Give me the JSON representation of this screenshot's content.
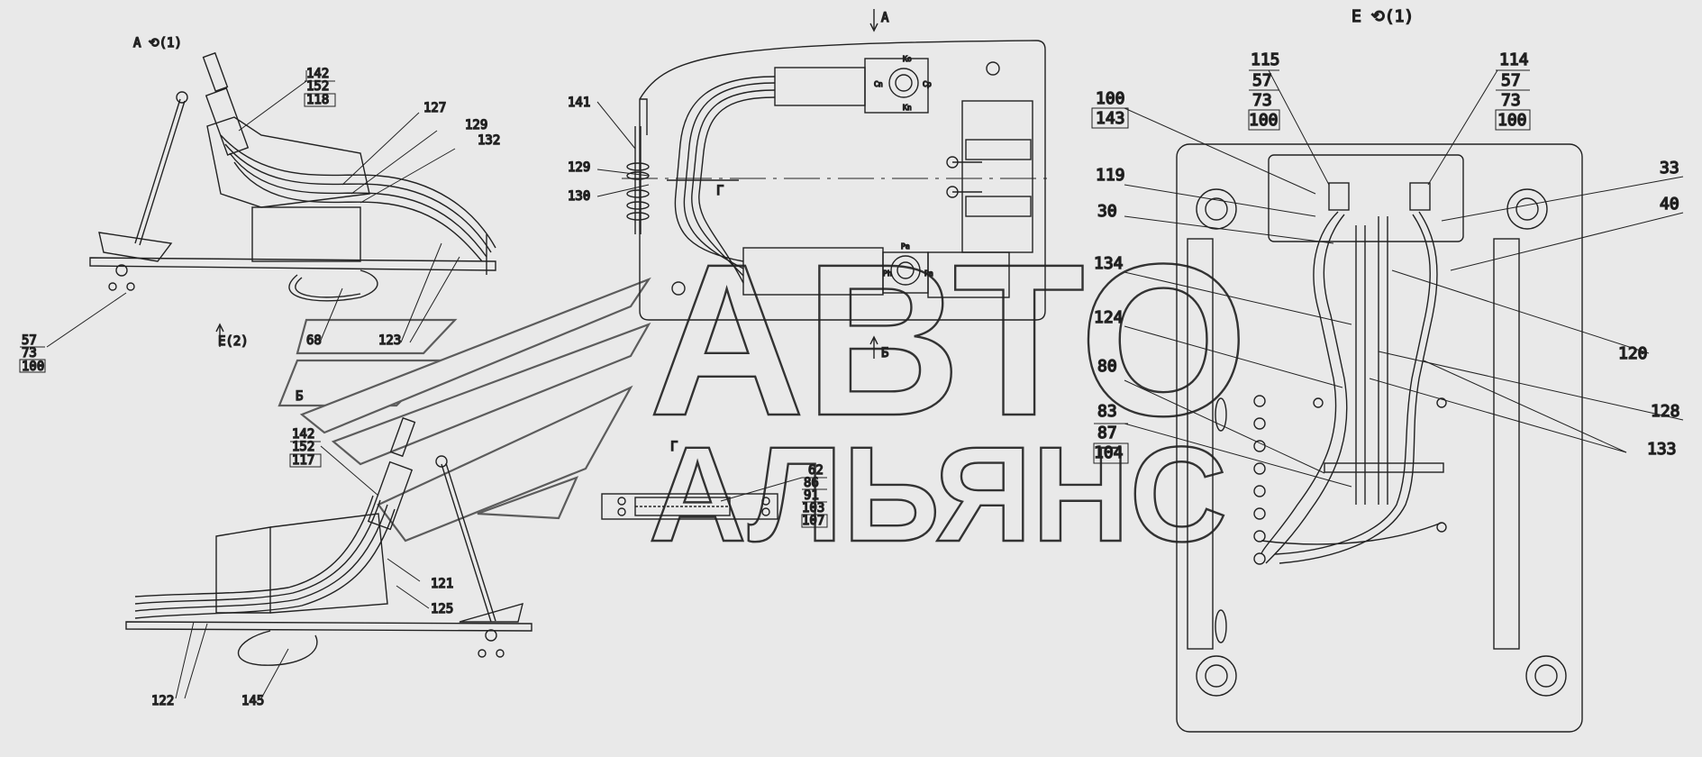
{
  "views": {
    "view_a": "А ⟲(1)",
    "view_e": "Е ⟲(1)",
    "arrow_a": "А",
    "arrow_b": "Б",
    "arrow_e2": "Е(2)",
    "section_g_left": "Г",
    "section_g_mid": "Г",
    "view_b_left": "Б"
  },
  "callouts": {
    "a_142": "142",
    "a_152": "152",
    "a_118": "118",
    "a_127": "127",
    "a_129": "129",
    "a_132": "132",
    "a_57": "57",
    "a_73": "73",
    "a_100": "100",
    "a_68": "68",
    "a_123": "123",
    "m_141": "141",
    "m_129": "129",
    "m_130": "130",
    "b_142": "142",
    "b_152": "152",
    "b_117": "117",
    "b_121": "121",
    "b_125": "125",
    "b_122": "122",
    "b_145": "145",
    "g_62": "62",
    "g_86": "86",
    "g_91": "91",
    "g_103": "103",
    "g_107": "107",
    "e_115": "115",
    "e_57a": "57",
    "e_73a": "73",
    "e_100a": "100",
    "e_114": "114",
    "e_57b": "57",
    "e_73b": "73",
    "e_100b": "100",
    "e_100c": "100",
    "e_143": "143",
    "e_119": "119",
    "e_30": "30",
    "e_134": "134",
    "e_124": "124",
    "e_80": "80",
    "e_83": "83",
    "e_87": "87",
    "e_104": "104",
    "e_33": "33",
    "e_40": "40",
    "e_120": "120",
    "e_128": "128",
    "e_133": "133"
  },
  "small_marks": {
    "ko": "Ko",
    "cn": "Cn",
    "cp": "Cp",
    "kn": "Kn",
    "pa": "Pa",
    "ph": "Ph",
    "pb": "Pa"
  },
  "watermark": {
    "line1": "АВТО",
    "line2": "АЛЬЯНС"
  }
}
